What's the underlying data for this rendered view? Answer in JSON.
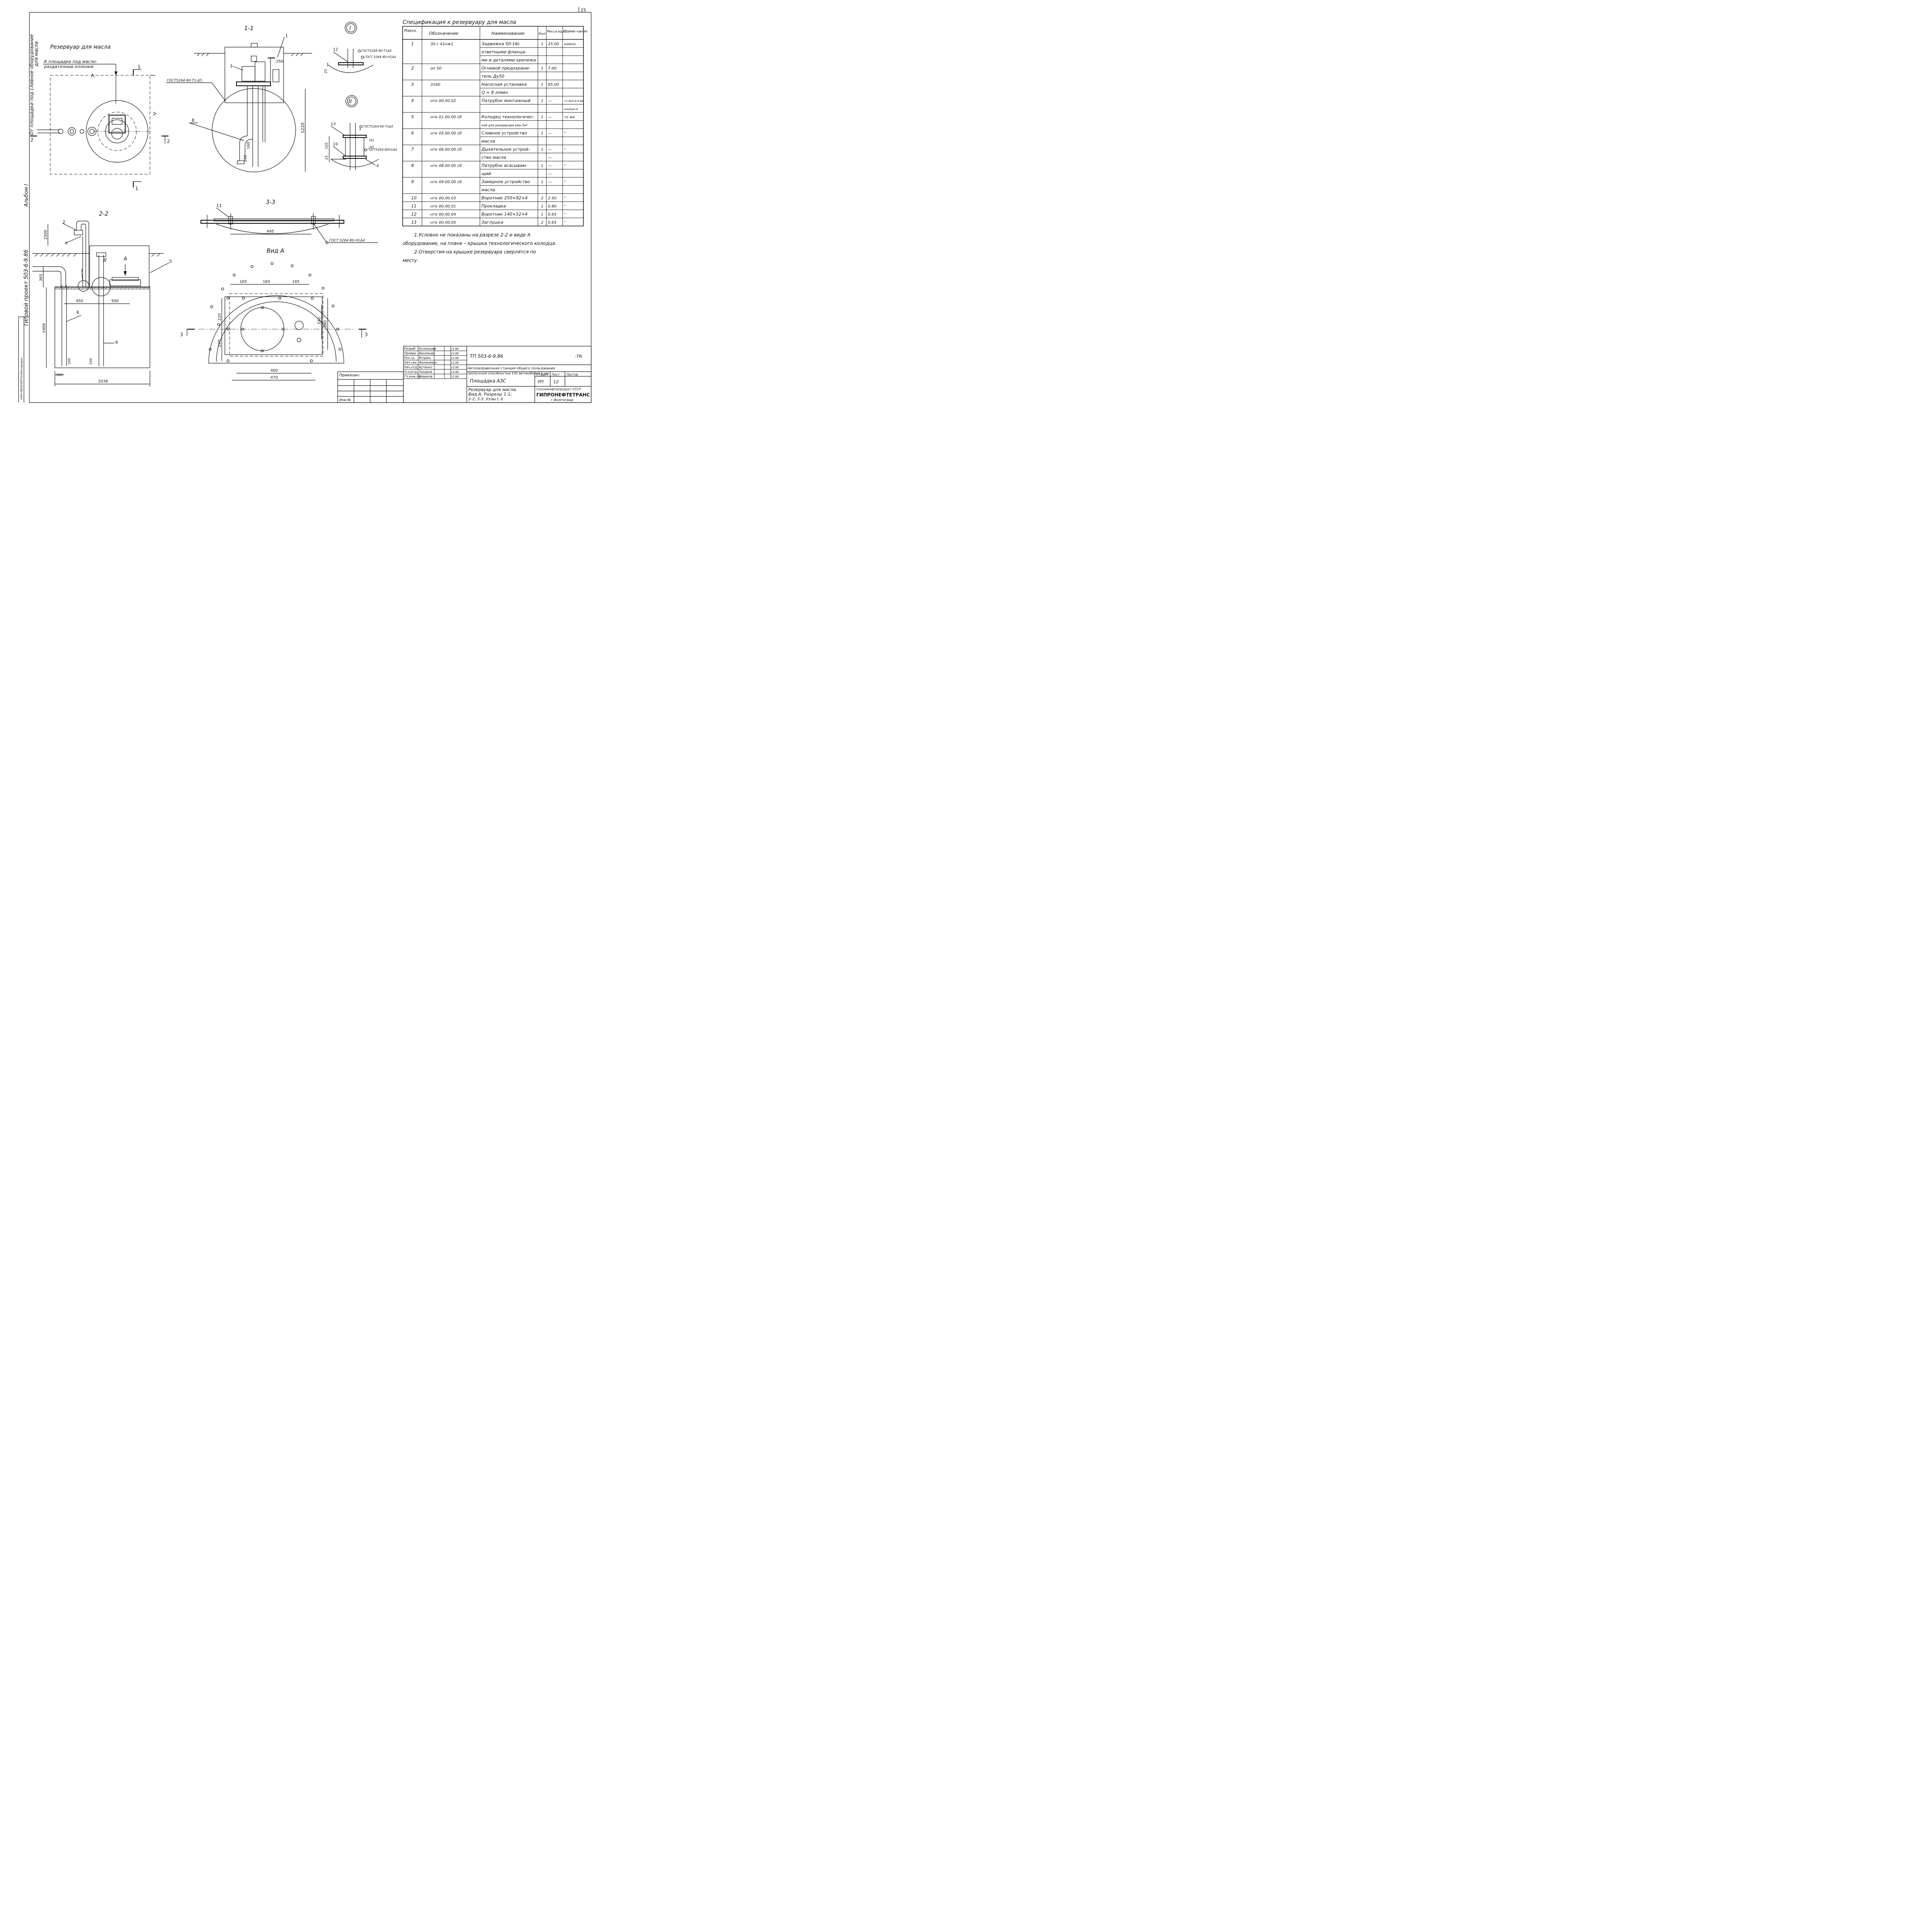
{
  "page_number": "25",
  "spec": {
    "title": "Спецификация  к  резервуару  для масла",
    "headers": [
      "Марка, поз.",
      "Обозначение",
      "Наименование",
      "Кол",
      "Масса ед,кг",
      "Приме-чание"
    ],
    "rows": [
      [
        "1",
        "30 с 41нж1",
        "Задвижка 50-16с",
        "1",
        "25.00",
        "компл."
      ],
      [
        "",
        "",
        "ответными фланца-",
        "",
        "",
        ""
      ],
      [
        "",
        "",
        "ми и деталями крепежа",
        "",
        "",
        ""
      ],
      [
        "2",
        "оп 50",
        "Огневой предохрани-",
        "1",
        "7.00",
        ""
      ],
      [
        "",
        "",
        "тель Ду50",
        "",
        "",
        ""
      ],
      [
        "3",
        "3160",
        "Насосная установка",
        "1",
        "65.00",
        ""
      ],
      [
        "",
        "",
        "Q = 8 л/мин",
        "",
        "",
        ""
      ],
      [
        "4",
        "нтк 00.00.02",
        "Патрубок монтажный",
        "1",
        "—",
        "тп.503-6-9.86"
      ],
      [
        "",
        "",
        "",
        "",
        "",
        "Альбом IV"
      ],
      [
        "5",
        "нтк 01.00.00 сб",
        "Колодец технологичес-",
        "1",
        "—",
        "то же"
      ],
      [
        "",
        "",
        "кий для резервуара емк.5м³",
        "",
        "",
        ""
      ],
      [
        "6",
        "нтк 05.00.00 сб",
        "Сливное устройство",
        "1",
        "—",
        "\""
      ],
      [
        "",
        "",
        "масла",
        "",
        "",
        ""
      ],
      [
        "7",
        "нтк 06.00.00 сб",
        "Дыхательное устрой-",
        "1",
        "—",
        "\""
      ],
      [
        "",
        "",
        "ство масла",
        "",
        "—",
        ""
      ],
      [
        "8",
        "нтк 08.00.00 сб",
        "Патрубок всасываю-",
        "1",
        "—",
        "\""
      ],
      [
        "",
        "",
        "щий",
        "",
        "—",
        ""
      ],
      [
        "9",
        "нтк 09.00.00 сб",
        "Замерное устройство",
        "1",
        "—",
        "\""
      ],
      [
        "",
        "",
        "масла",
        "",
        "",
        ""
      ],
      [
        "10",
        "нтк 00.00.03",
        "Воротник 250×92×4",
        "2",
        "2.50",
        "\""
      ],
      [
        "11",
        "нтк 00.00.01",
        "Прокладка",
        "1",
        "0.80",
        "\""
      ],
      [
        "12",
        "нтк 00.00.04",
        "Воротник 140×52×4",
        "1",
        "0.65",
        "\""
      ],
      [
        "13",
        "нтк 00.00.05",
        "Заглушка",
        "2",
        "0.65",
        "\""
      ]
    ]
  },
  "notes": {
    "line1": "1.Условно не показаны на разрезе 2-2 и виде А",
    "line2": "оборудование, на плане – крышка технологического колодца.",
    "line3": "2.Отверстия на крышке резервуара сверлятся по",
    "line4": "месту."
  },
  "views": {
    "plan_title": "Резервуар для масла",
    "plan_arrow_label_1": "К площадке под масло-",
    "plan_arrow_label_2": "раздаточные колонки",
    "left_margin_label_1": "От площадки под сливное оборудование",
    "left_margin_label_2": "для масла",
    "section_1": "1-1",
    "section_2": "2-2",
    "section_3": "3-3",
    "view_a": "Вид А",
    "node_1": "I",
    "node_2": "II",
    "gost_1": "ГОСТ5264-80-Т1-Δ5",
    "gost_2": "ГОСТ 5264-80-Н1Δ4",
    "gost_3": "ГОСТ5264-80-Т1Δ4",
    "gost_4": "ГОСТ5264-80-Н1Δ4",
    "gost_5": "ГОСТ5264-80-Т1Δ4",
    "gost_6": "ГОСТ5264-80Н1Δ4",
    "gost_7": "ГОСТ 5264-80-Н1Δ4",
    "marks": {
      "m1": "1",
      "m2": "2",
      "m3": "3",
      "m4": "4",
      "m5": "5",
      "m6": "6",
      "m7": "7",
      "m8": "8",
      "m9": "9",
      "m10": "10",
      "m11": "11",
      "m12": "12",
      "m13": "13",
      "n1a": "Н1",
      "n1b": "Н1",
      "rI": "I",
      "rII": "II",
      "A": "А"
    },
    "dims": {
      "d250": "250",
      "d1220": "1220",
      "d160": "160",
      "d150": "150",
      "d25a": "25",
      "d105": "105",
      "d25b": "25",
      "d3": "3",
      "d495": "495",
      "d2500": "2500",
      "d365": "365",
      "d450": "450",
      "d500": "500",
      "d1908": "1908",
      "d100a": "100",
      "d100b": "100",
      "d300": "300",
      "d2038": "2038",
      "d165a": "165",
      "d165b": "165",
      "d165c": "165",
      "d220a": "220",
      "d220b": "220",
      "d320": "320",
      "d390": "390",
      "d400": "400",
      "d470": "470"
    },
    "cut_1": "1",
    "cut_1b": "1",
    "cut_2": "2",
    "cut_2b": "2",
    "cut_3a": "3",
    "cut_3b": "3"
  },
  "side_strip": {
    "album": "Альбом I",
    "project": "Типовой проект 503-6-9.86",
    "small_text": "СМЛ-ПМЛ/ПОРТАЛ/Копировал"
  },
  "title_block": {
    "roles": [
      "Разраб.",
      "Провер.",
      "Рук.гр.",
      "Нач.сек.",
      "Нач.отд.",
      "Н.контр.",
      "Гл.инж.пр."
    ],
    "names": [
      "Кузнецова",
      "Васильев",
      "Вторин",
      "Фаланеева",
      "Бутенко",
      "Захаров",
      "Новиков"
    ],
    "dates": [
      "12.86",
      "12.86",
      "12.86",
      "12.86",
      "12.86",
      "12.86",
      "12.86"
    ],
    "doc_code": "ТП 503-6-9.86",
    "doc_suffix": "-ТК",
    "project_name_1": "Автозаправочная станция общего пользования",
    "project_name_2": "пропускной способностью 135 автомобилей в час",
    "site": "Площадка АЗС",
    "stage_label": "Стадия",
    "sheet_label": "Лист",
    "sheets_label": "Листов",
    "stage": "РП",
    "sheet": "12",
    "sheet_title_1": "Резервуар для масла.",
    "sheet_title_2": "Вид А. Разрезы 1-1;",
    "sheet_title_3": "2-2; 3-3. Узлы I, II",
    "org_top": "Госкомнефтепродукт СССР",
    "org_name": "ГИПРОНЕФТЕТРАНС",
    "org_city": "г.Волгоград",
    "binding": "Привязан:",
    "inv": "Инв.№"
  }
}
